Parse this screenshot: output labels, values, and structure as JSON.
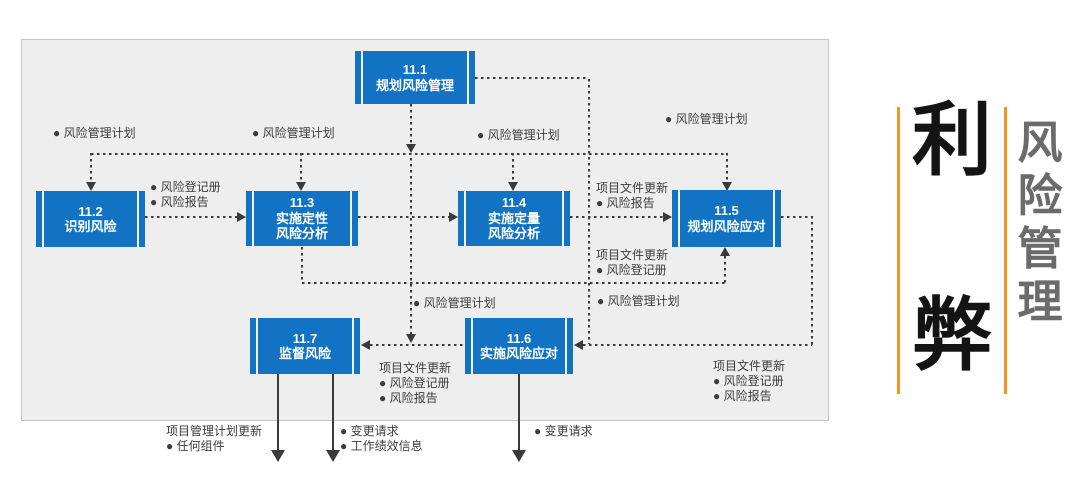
{
  "diagram": {
    "processes": [
      {
        "id": "11.1",
        "name": "规划风险管理"
      },
      {
        "id": "11.2",
        "name": "识别风险"
      },
      {
        "id": "11.3",
        "name": "实施定性\n风险分析"
      },
      {
        "id": "11.4",
        "name": "实施定量\n风险分析"
      },
      {
        "id": "11.5",
        "name": "规划风险应对"
      },
      {
        "id": "11.6",
        "name": "实施风险应对"
      },
      {
        "id": "11.7",
        "name": "监督风险"
      }
    ],
    "flow_labels": [
      {
        "text": "● 风险管理计划"
      },
      {
        "text": "● 风险管理计划"
      },
      {
        "text": "● 风险管理计划"
      },
      {
        "text": "● 风险管理计划"
      },
      {
        "text": "● 风险登记册\n● 风险报告"
      },
      {
        "text": "项目文件更新\n● 风险报告"
      },
      {
        "text": "项目文件更新\n● 风险登记册"
      },
      {
        "text": "● 风险管理计划"
      },
      {
        "text": "● 风险管理计划"
      },
      {
        "text": "项目文件更新\n● 风险登记册\n● 风险报告"
      },
      {
        "text": "项目文件更新\n● 风险登记册\n● 风险报告"
      },
      {
        "text": "项目管理计划更新\n● 任何组件"
      },
      {
        "text": "● 变更请求\n● 工作绩效信息"
      },
      {
        "text": "● 变更请求"
      }
    ]
  },
  "sidebar": {
    "word_top": "利",
    "word_bottom": "弊",
    "vertical_title": "风险管理"
  },
  "colors": {
    "process_blue": "#1272C4",
    "process_text": "#FFFFFF",
    "connector_gray": "#3A3A3A",
    "accent_orange": "#F7941D",
    "panel_bg": "#EEEEEE",
    "panel_border": "#C4C4C4",
    "title_gray": "#6B6B6B"
  }
}
